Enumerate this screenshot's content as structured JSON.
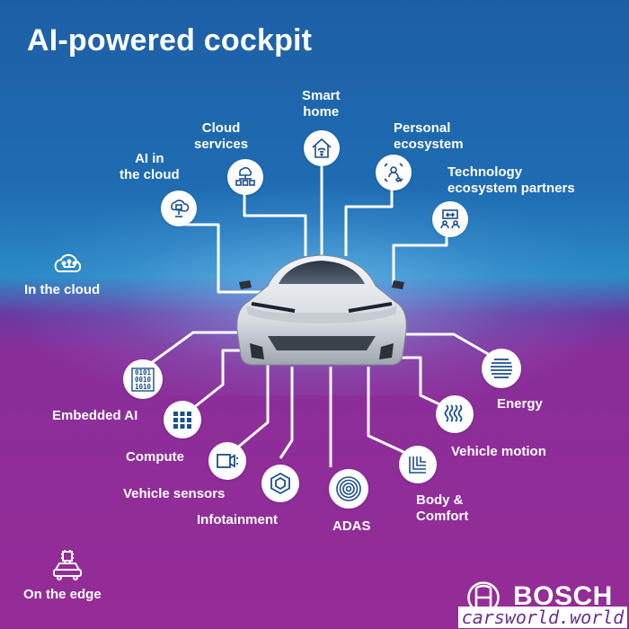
{
  "title": "AI-powered cockpit",
  "cloud_nodes": {
    "smart_home": "Smart\nhome",
    "cloud_services": "Cloud\nservices",
    "ai_in_cloud": "AI in\nthe cloud",
    "personal_ecosystem": "Personal\necosystem",
    "tech_partners": "Technology\necosystem partners"
  },
  "edge_nodes": {
    "embedded_ai": "Embedded AI",
    "compute": "Compute",
    "vehicle_sensors": "Vehicle sensors",
    "infotainment": "Infotainment",
    "adas": "ADAS",
    "body_comfort": "Body &\nComfort",
    "vehicle_motion": "Vehicle motion",
    "energy": "Energy"
  },
  "zones": {
    "cloud": "In the cloud",
    "edge": "On the edge"
  },
  "brand": "BOSCH",
  "watermark": "carsworld.world",
  "icons": [
    "ai-cloud-icon",
    "cloud-network-icon",
    "smart-home-icon",
    "personal-ecosystem-icon",
    "partners-icon",
    "binary-icon",
    "chip-grid-icon",
    "camera-icon",
    "hexagon-icon",
    "target-icon",
    "layers-icon",
    "waves-icon",
    "stripes-icon",
    "cloud-icon",
    "car-chip-icon",
    "bosch-armature-icon"
  ],
  "colors": {
    "top_blue": "#1d5fa6",
    "bottom_purple": "#962c97",
    "icon_blue": "#1b4f8c"
  }
}
